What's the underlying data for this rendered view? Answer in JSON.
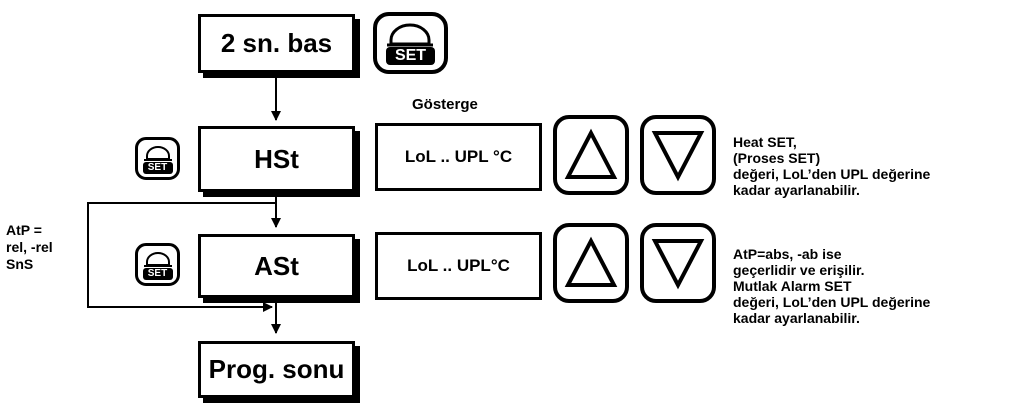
{
  "flow": {
    "start_label": "2 sn. bas",
    "step1_label": "HSt",
    "step2_label": "ASt",
    "end_label": "Prog. sonu"
  },
  "keys": {
    "set_label": "SET"
  },
  "display": {
    "header": "Gösterge",
    "range1": "LoL .. UPL °C",
    "range2": "LoL .. UPL°C"
  },
  "notes": {
    "loop_label_lines": [
      "AtP =",
      "rel, -rel",
      "SnS"
    ],
    "hst_lines": [
      "Heat SET,",
      "(Proses SET)",
      "değeri, LoL’den UPL değerine",
      "kadar ayarlanabilir."
    ],
    "ast_lines": [
      "AtP=abs, -ab ise",
      "geçerlidir ve erişilir.",
      "Mutlak Alarm SET",
      "değeri, LoL’den UPL değerine",
      "kadar ayarlanabilir."
    ]
  },
  "icons": {
    "set_key": "set-key-icon",
    "up_key": "up-triangle-icon",
    "down_key": "down-triangle-icon"
  }
}
